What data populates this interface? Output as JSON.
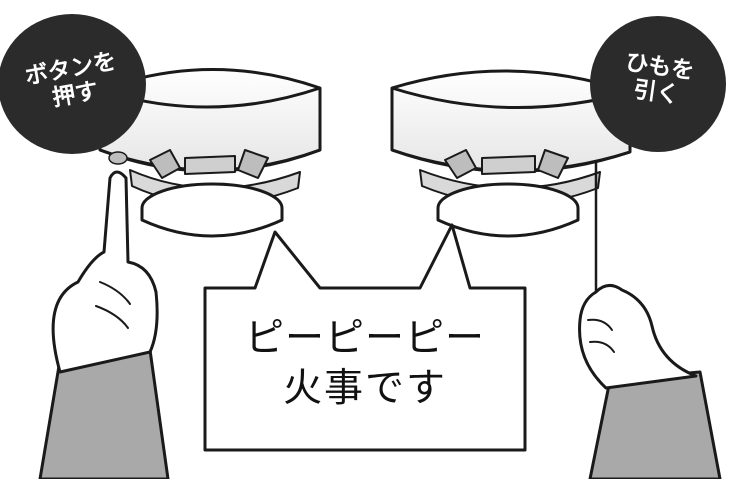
{
  "left_badge": {
    "line1": "ボタンを",
    "line2": "押す"
  },
  "right_badge": {
    "line1": "ひもを",
    "line2": "引く"
  },
  "speech_bubble": {
    "line1": "ピーピーピー",
    "line2": "火事です"
  },
  "icons": [
    "smoke-detector-icon",
    "smoke-detector-icon",
    "pointing-hand-icon",
    "pulling-hand-icon"
  ],
  "colors": {
    "badge": "#2b2b2b",
    "detector_fill": "#ffffff",
    "detector_shade": "#d6d6d6",
    "sleeve": "#a9a9a9",
    "line": "#1a1a1a"
  }
}
